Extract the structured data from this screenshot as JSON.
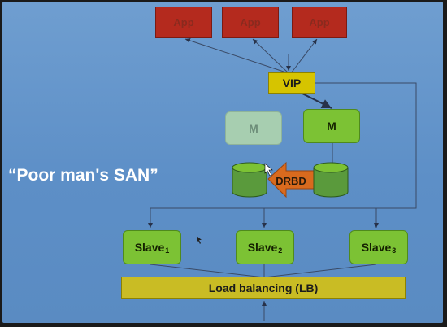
{
  "diagram": {
    "apps": [
      "App",
      "App",
      "App"
    ],
    "vip": "VIP",
    "masters": [
      {
        "label": "M",
        "state": "inactive"
      },
      {
        "label": "M",
        "state": "active"
      }
    ],
    "drbd": "DRBD",
    "slaves": [
      {
        "label": "Slave",
        "index": "1"
      },
      {
        "label": "Slave",
        "index": "2"
      },
      {
        "label": "Slave",
        "index": "3"
      }
    ],
    "load_balancer": "Load balancing (LB)",
    "caption": "“Poor man's SAN”"
  },
  "colors": {
    "background": "#5d8fc7",
    "app": "#b42a1e",
    "vip": "#d6c400",
    "master_active": "#7cc234",
    "master_inactive": "#a7ceb0",
    "slave": "#7cc234",
    "disk": "#5a9a3c",
    "drbd_arrow": "#d96a1e",
    "load_balancer": "#c9bc24",
    "line": "#3a4a66"
  }
}
